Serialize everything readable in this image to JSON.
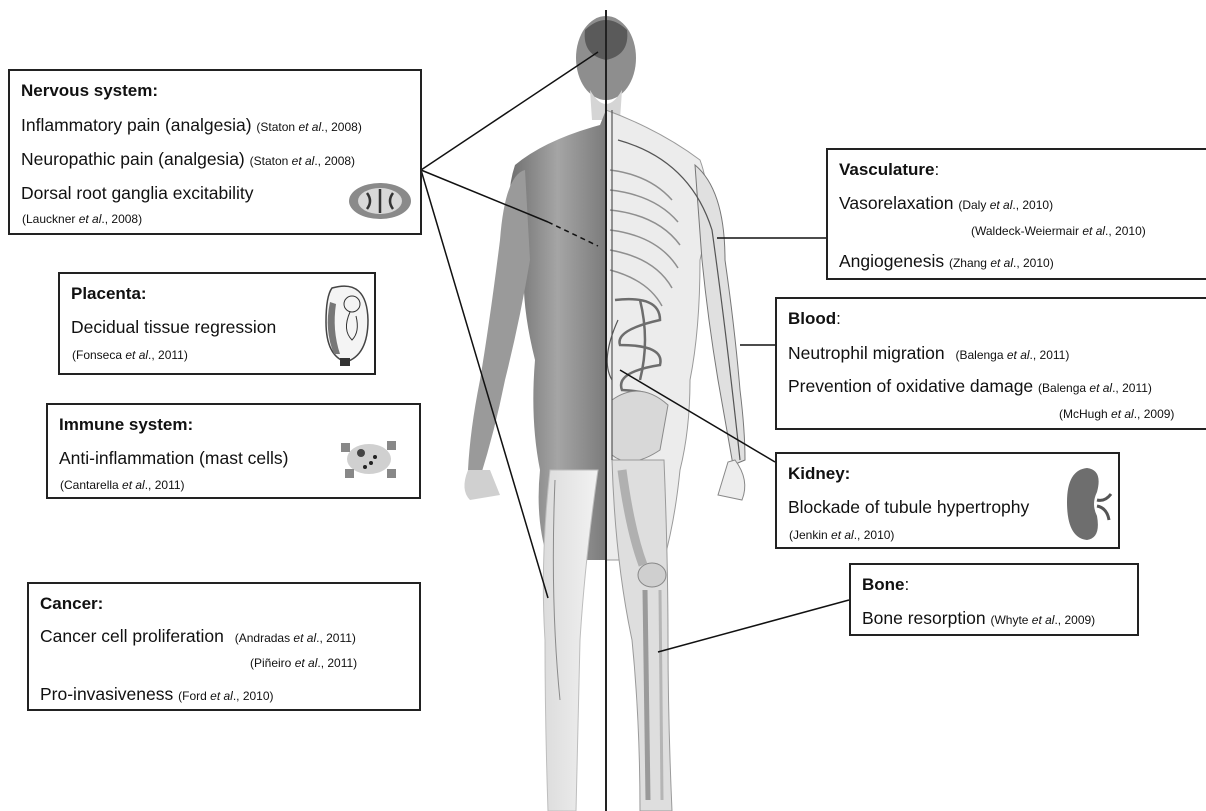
{
  "nervous": {
    "title": "Nervous system:",
    "items": [
      {
        "text": "Inflammatory pain (analgesia)",
        "ref_a": "Staton ",
        "ref_et": "et al",
        "ref_b": "., 2008)"
      },
      {
        "text": "Neuropathic pain (analgesia)",
        "ref_a": "Staton ",
        "ref_et": "et al",
        "ref_b": "., 2008)"
      },
      {
        "text": "Dorsal root ganglia excitability",
        "ref_a": "Lauckner ",
        "ref_et": "et al",
        "ref_b": "., 2008)"
      }
    ]
  },
  "placenta": {
    "title": "Placenta:",
    "items": [
      {
        "text": "Decidual tissue regression",
        "ref_a": "Fonseca ",
        "ref_et": "et al",
        "ref_b": "., 2011)"
      }
    ]
  },
  "immune": {
    "title": "Immune system:",
    "items": [
      {
        "text": "Anti-inflammation (mast cells)",
        "ref_a": "Cantarella ",
        "ref_et": "et al",
        "ref_b": "., 2011)"
      }
    ]
  },
  "cancer": {
    "title": "Cancer:",
    "items": [
      {
        "text": "Cancer cell proliferation",
        "ref_a": "Andradas ",
        "ref_et": "et al",
        "ref_b": "., 2011)"
      },
      {
        "text": "",
        "ref_a": "Piñeiro ",
        "ref_et": "et al",
        "ref_b": "., 2011)"
      },
      {
        "text": "Pro-invasiveness",
        "ref_a": "Ford ",
        "ref_et": "et al",
        "ref_b": "., 2010)"
      }
    ]
  },
  "vasculature": {
    "title": "Vasculature",
    "colon": ":",
    "items": [
      {
        "text": "Vasorelaxation",
        "ref_a": "Daly ",
        "ref_et": "et al",
        "ref_b": "., 2010)"
      },
      {
        "text": "",
        "ref_a": "Waldeck-Weiermair ",
        "ref_et": "et al",
        "ref_b": "., 2010)"
      },
      {
        "text": "Angiogenesis",
        "ref_a": "Zhang ",
        "ref_et": "et al",
        "ref_b": "., 2010)"
      }
    ]
  },
  "blood": {
    "title": "Blood",
    "colon": ":",
    "items": [
      {
        "text": "Neutrophil migration",
        "ref_a": "Balenga ",
        "ref_et": "et al",
        "ref_b": "., 2011)"
      },
      {
        "text": "Prevention of oxidative damage",
        "ref_a": "Balenga ",
        "ref_et": "et al",
        "ref_b": "., 2011)"
      },
      {
        "text": "",
        "ref_a": "McHugh ",
        "ref_et": "et al",
        "ref_b": "., 2009)"
      }
    ]
  },
  "kidney": {
    "title": "Kidney:",
    "items": [
      {
        "text": "Blockade of tubule hypertrophy",
        "ref_a": "Jenkin ",
        "ref_et": "et al",
        "ref_b": "., 2010)"
      }
    ]
  },
  "bone": {
    "title": "Bone",
    "colon": ":",
    "items": [
      {
        "text": "Bone resorption",
        "ref_a": "Whyte ",
        "ref_et": "et al",
        "ref_b": "., 2009)"
      }
    ]
  },
  "colors": {
    "box_border": "#222222",
    "skin": "#c9c9c9",
    "muscle": "#8a8a8a",
    "bone": "#e6e6e6",
    "vessel": "#555555"
  }
}
